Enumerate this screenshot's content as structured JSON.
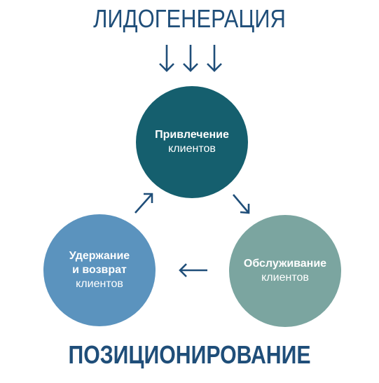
{
  "diagram": {
    "top_title": "ЛИДОГЕНЕРАЦИЯ",
    "bottom_title": "ПОЗИЦИОНИРОВАНИЕ",
    "nodes": {
      "attract": {
        "line1": "Привлечение",
        "line2": "клиентов"
      },
      "service": {
        "line1": "Обслуживание",
        "line2": "клиентов"
      },
      "retain": {
        "line1": "Удержание",
        "line2": "и возврат",
        "line3": "клиентов"
      }
    },
    "colors": {
      "title": "#1f4e79",
      "attract": "#155f6e",
      "service": "#7ba5a0",
      "retain": "#5b93be",
      "arrow": "#1f4e79"
    }
  }
}
